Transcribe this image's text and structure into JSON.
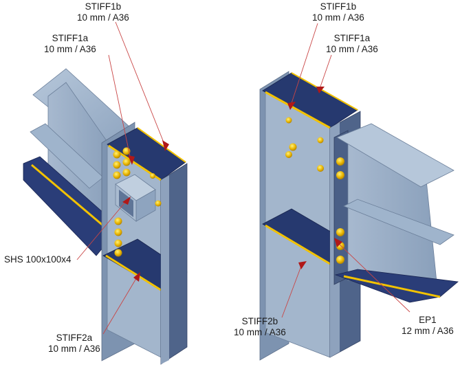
{
  "callouts": {
    "stiff1b_left": {
      "name": "STIFF1b",
      "spec": "10 mm / A36"
    },
    "stiff1a_left": {
      "name": "STIFF1a",
      "spec": "10 mm / A36"
    },
    "shs": {
      "name": "SHS 100x100x4"
    },
    "stiff2a": {
      "name": "STIFF2a",
      "spec": "10 mm / A36"
    },
    "stiff1b_right": {
      "name": "STIFF1b",
      "spec": "10 mm / A36"
    },
    "stiff1a_right": {
      "name": "STIFF1a",
      "spec": "10 mm / A36"
    },
    "stiff2b": {
      "name": "STIFF2b",
      "spec": "10 mm / A36"
    },
    "ep1": {
      "name": "EP1",
      "spec": "12 mm / A36"
    }
  },
  "colors": {
    "steel_light": "#9fb4cc",
    "steel_mid": "#7f96b3",
    "steel_dark": "#26396f",
    "weld": "#f2c200",
    "bolt": "#e8b400",
    "leader": "#c94545",
    "arrow": "#b01818"
  }
}
